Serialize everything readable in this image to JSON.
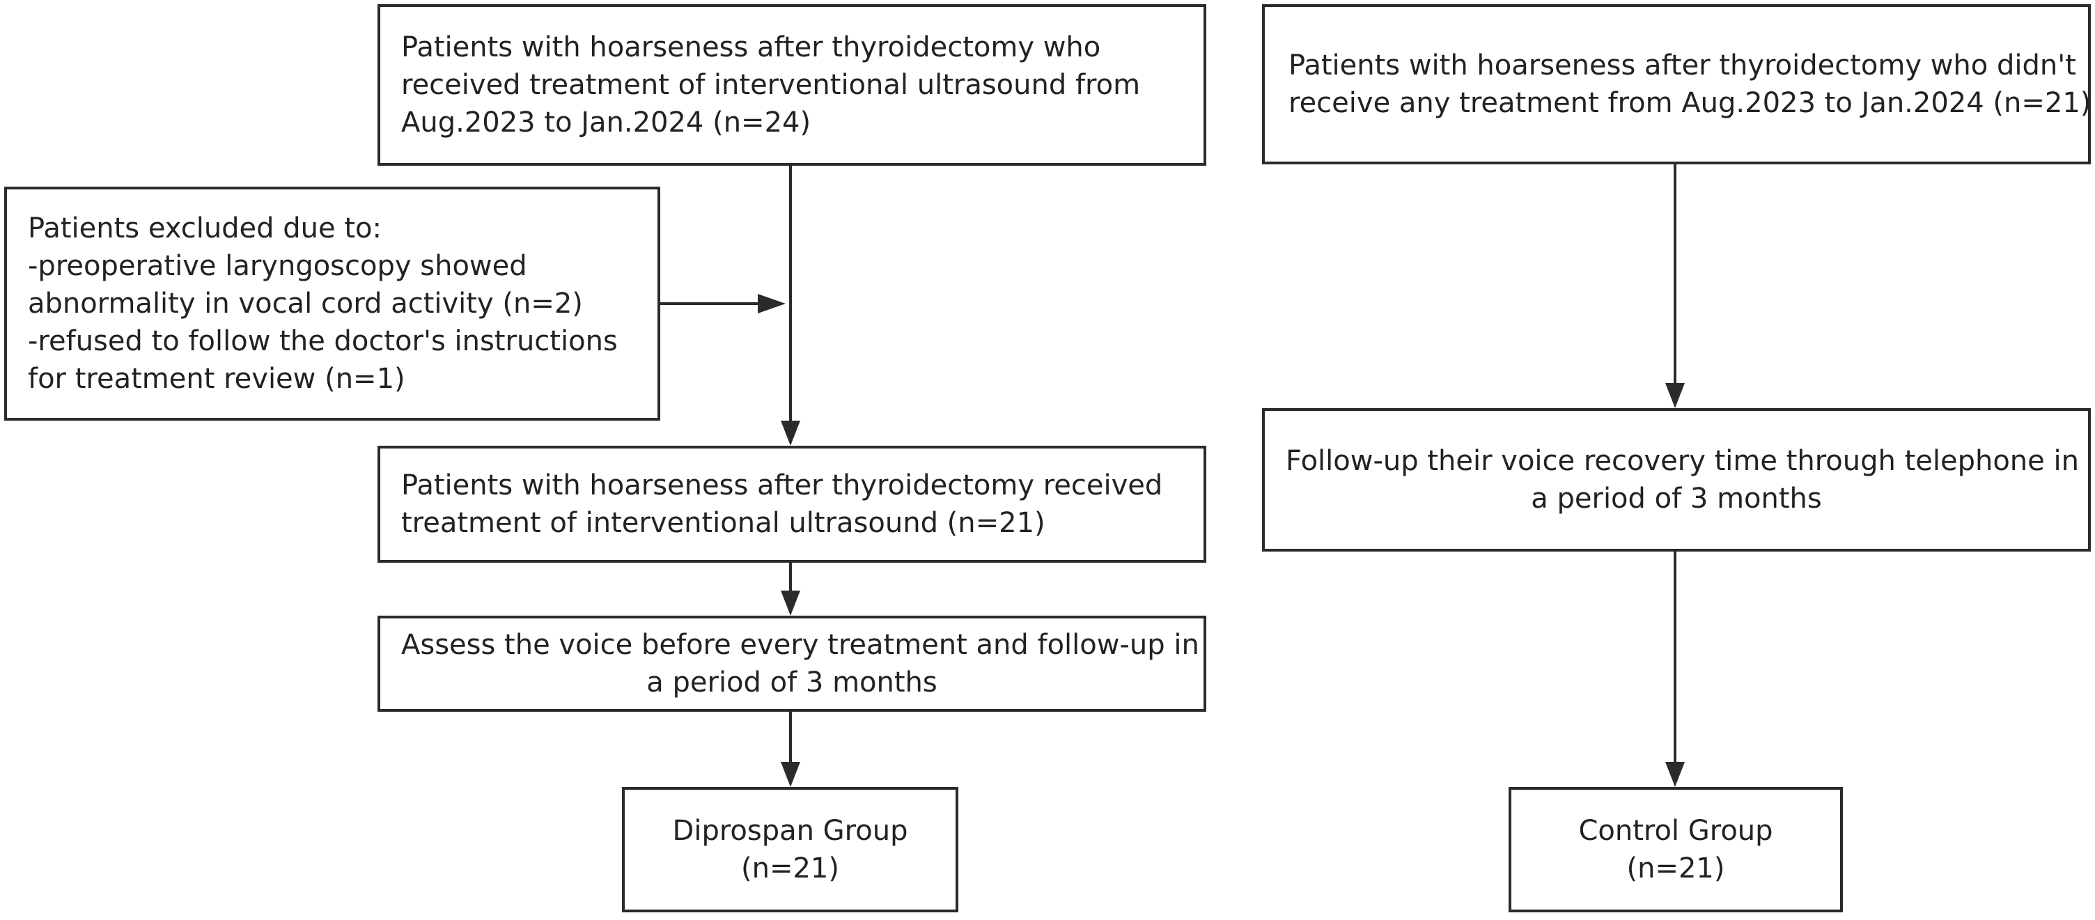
{
  "boxes": {
    "left_enrolled": {
      "lines": [
        "Patients with hoarseness after thyroidectomy who",
        "received treatment of interventional ultrasound from",
        "Aug.2023 to Jan.2024 (n=24)"
      ]
    },
    "right_enrolled": {
      "lines": [
        "Patients with hoarseness after thyroidectomy who didn't",
        "receive any treatment from Aug.2023 to Jan.2024 (n=21)"
      ]
    },
    "excluded": {
      "lines": [
        "Patients excluded due to:",
        "-preoperative laryngoscopy showed",
        "abnormality in vocal cord activity (n=2)",
        "-refused to follow the doctor's instructions",
        "for treatment review (n=1)"
      ]
    },
    "left_treated": {
      "lines": [
        "Patients with hoarseness after thyroidectomy received",
        "treatment of interventional ultrasound (n=21)"
      ]
    },
    "left_assess": {
      "lines": [
        "Assess the voice before every treatment and follow-up in",
        "a period of 3 months"
      ]
    },
    "right_followup": {
      "lines": [
        "Follow-up their voice recovery time through telephone in",
        "a period of 3 months"
      ]
    },
    "diprospan_group": {
      "lines": [
        "Diprospan Group",
        "(n=21)"
      ]
    },
    "control_group": {
      "lines": [
        "Control Group",
        "(n=21)"
      ]
    }
  }
}
